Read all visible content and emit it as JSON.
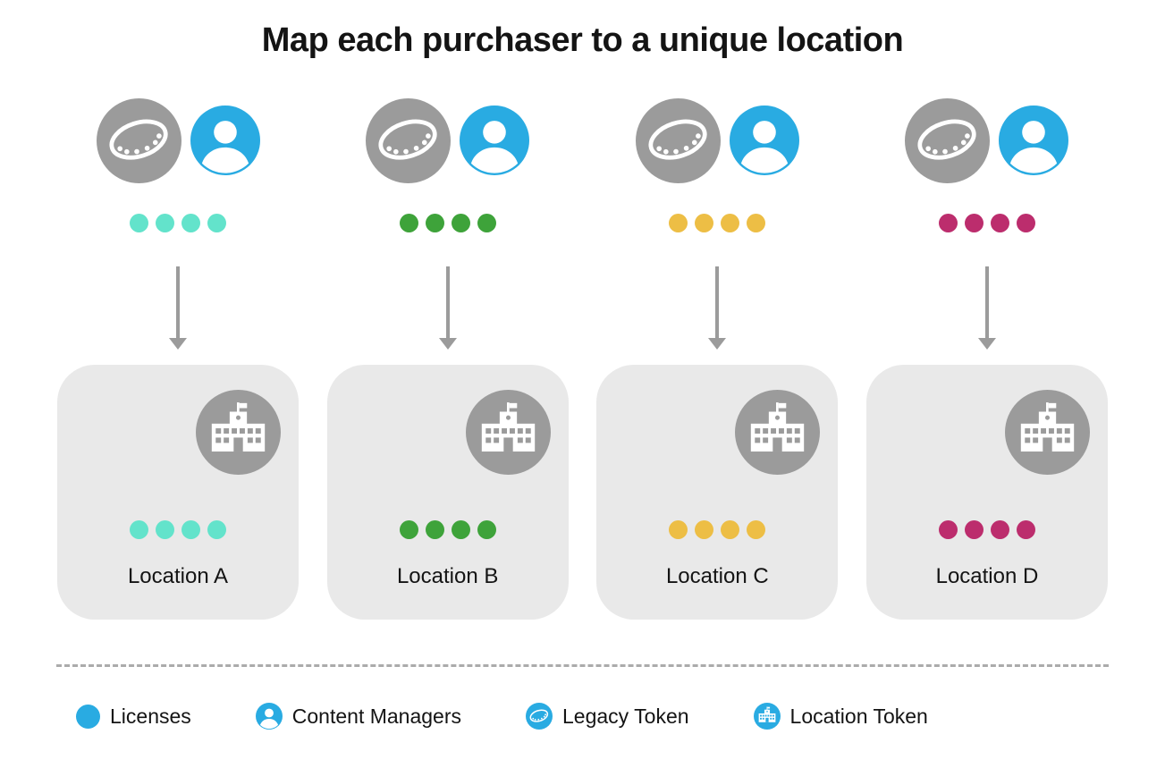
{
  "title": "Map each purchaser to a unique location",
  "colors": {
    "blue": "#29ABE2",
    "gray": "#9B9B9B",
    "arrow": "#9B9B9B",
    "card-bg": "#E9E9E9",
    "text": "#141414"
  },
  "columns": [
    {
      "location_label": "Location A",
      "dot_color": "#63E3CB",
      "license_count": 4
    },
    {
      "location_label": "Location B",
      "dot_color": "#3EA33A",
      "license_count": 4
    },
    {
      "location_label": "Location C",
      "dot_color": "#EDBE45",
      "license_count": 4
    },
    {
      "location_label": "Location D",
      "dot_color": "#BC2D6D",
      "license_count": 4
    }
  ],
  "legend": [
    {
      "icon": "license-dot-icon",
      "label": "Licenses"
    },
    {
      "icon": "content-manager-icon",
      "label": "Content Managers"
    },
    {
      "icon": "legacy-token-icon",
      "label": "Legacy Token"
    },
    {
      "icon": "location-token-icon",
      "label": "Location Token"
    }
  ]
}
